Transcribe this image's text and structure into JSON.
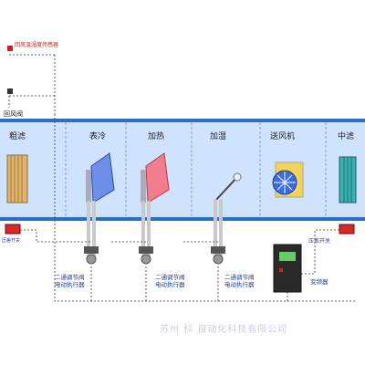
{
  "colors": {
    "duct": "#2a6fc6",
    "duct_light": "#cfe3ff",
    "filter": "#e2b56a",
    "cooler": "#6e8fe8",
    "heater": "#f27d8c",
    "fan": "#3a6be0",
    "mid_filter": "#37b3ac",
    "sensor": "#d22a2a",
    "pipe": "#c9c9c9",
    "text_red": "#c8201c",
    "text_blue": "#1f3f9a"
  },
  "top_labels": {
    "sensor_label": "回风温湿度传感器",
    "return_air": "回风阀"
  },
  "sections": {
    "coarse_filter": "粗滤",
    "cooling": "表冷",
    "heating": "加热",
    "humidify": "加湿",
    "supply_fan": "送风机",
    "medium_filter": "中滤"
  },
  "bottom_labels": {
    "valve1": "二通调节阀\n电动执行器",
    "valve2": "二通调节阀\n电动执行器",
    "valve3": "二通调节阀\n电动执行器",
    "inverter": "变频器",
    "pressure_switch_left": "压差开关",
    "pressure_switch_right": "压差开关"
  },
  "watermark": "苏州 科 自动化科技有限公司"
}
